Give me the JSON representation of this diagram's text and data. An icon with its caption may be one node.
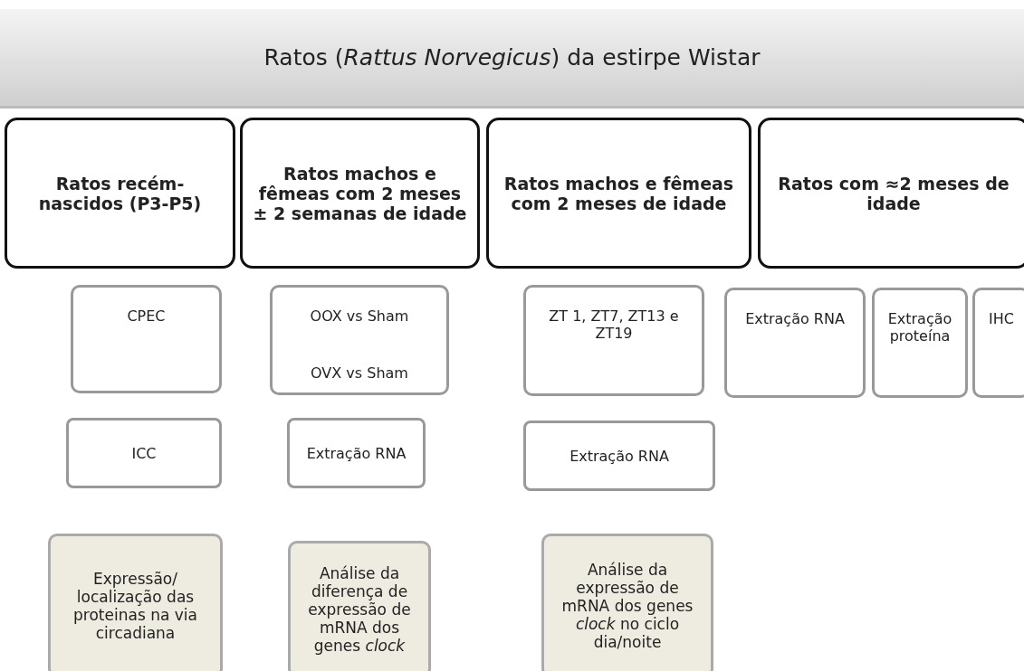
{
  "diagram": {
    "nodes": [
      {
        "text": [
          "Ratos (*Rattus Norvegicus*) da estirpe Wistar"
        ]
      },
      {
        "text": [
          "Ratos recém-nascidos (P3-P5)"
        ]
      },
      {
        "text": [
          "Ratos machos e fêmeas com 2 meses ± 2 semanas de idade"
        ]
      },
      {
        "text": [
          "Ratos machos e fêmeas com 2 meses de idade"
        ]
      },
      {
        "text": [
          "Ratos com ≈2 meses de idade"
        ]
      },
      {
        "text": [
          "CPEC"
        ]
      },
      {
        "text": [
          "OOX vs Sham",
          "OVX vs Sham"
        ]
      },
      {
        "text": [
          "ZT 1, ZT7, ZT13 e ZT19"
        ]
      },
      {
        "text": [
          "Extração RNA"
        ]
      },
      {
        "text": [
          "Extração proteína"
        ]
      },
      {
        "text": [
          "IHC"
        ]
      },
      {
        "text": [
          "ICC"
        ]
      },
      {
        "text": [
          "Extração RNA"
        ]
      },
      {
        "text": [
          "Extração RNA"
        ]
      },
      {
        "text": [
          "Expressão/ localização das proteinas na via circadiana"
        ]
      },
      {
        "text": [
          "Análise da diferença de expressão de mRNA dos genes *clock*"
        ]
      },
      {
        "text": [
          "Análise da expressão de mRNA dos genes *clock* no ciclo dia/noite"
        ]
      }
    ]
  }
}
